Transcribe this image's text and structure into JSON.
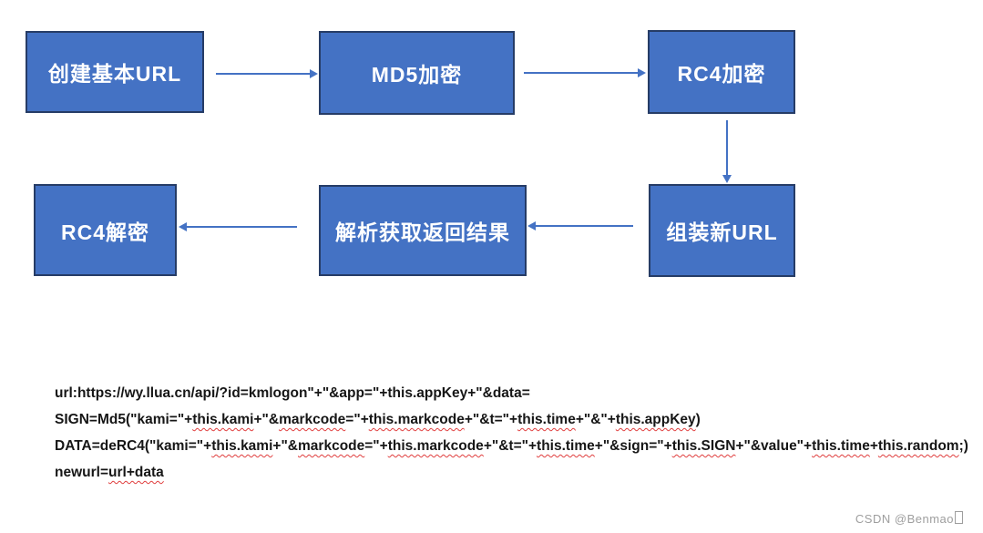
{
  "flowchart": {
    "type": "flowchart",
    "nodes": [
      {
        "id": "create-base-url",
        "label": "创建基本URL"
      },
      {
        "id": "md5-encrypt",
        "label": "MD5加密"
      },
      {
        "id": "rc4-encrypt",
        "label": "RC4加密"
      },
      {
        "id": "rc4-decrypt",
        "label": "RC4解密"
      },
      {
        "id": "parse-result",
        "label": "解析获取返回结果"
      },
      {
        "id": "assemble-new-url",
        "label": "组装新URL"
      }
    ],
    "edges": [
      {
        "from": "创建基本URL",
        "to": "MD5加密"
      },
      {
        "from": "MD5加密",
        "to": "RC4加密"
      },
      {
        "from": "RC4加密",
        "to": "组装新URL"
      },
      {
        "from": "组装新URL",
        "to": "解析获取返回结果"
      },
      {
        "from": "解析获取返回结果",
        "to": "RC4解密"
      }
    ],
    "colors": {
      "node_fill": "#4472C4",
      "node_border": "#263c66",
      "node_text": "#FFFFFF",
      "arrow": "#4472C4"
    }
  },
  "code": {
    "squiggle_color": "#e03e3e",
    "text_color": "#161616",
    "lines": [
      {
        "segments": [
          {
            "text": "url:https://wy.llua.cn/api/?id=kmlogon\"+\"&app=\"+this.appKey+\"&data=",
            "misspelled": false
          }
        ]
      },
      {
        "segments": [
          {
            "text": "SIGN=Md5(\"kami=\"+",
            "misspelled": false
          },
          {
            "text": "this.kami",
            "misspelled": true
          },
          {
            "text": "+\"&",
            "misspelled": false
          },
          {
            "text": "markcode",
            "misspelled": true
          },
          {
            "text": "=\"+",
            "misspelled": false
          },
          {
            "text": "this.markcode",
            "misspelled": true
          },
          {
            "text": "+\"&t=\"+",
            "misspelled": false
          },
          {
            "text": "this.time",
            "misspelled": true
          },
          {
            "text": "+\"&\"+",
            "misspelled": false
          },
          {
            "text": "this.appKey",
            "misspelled": true
          },
          {
            "text": ")",
            "misspelled": false
          }
        ]
      },
      {
        "segments": [
          {
            "text": "DATA=deRC4(\"kami=\"+",
            "misspelled": false
          },
          {
            "text": "this.kami",
            "misspelled": true
          },
          {
            "text": "+\"&",
            "misspelled": false
          },
          {
            "text": "markcode",
            "misspelled": true
          },
          {
            "text": "=\"+",
            "misspelled": false
          },
          {
            "text": "this.markcode",
            "misspelled": true
          },
          {
            "text": "+\"&t=\"+",
            "misspelled": false
          },
          {
            "text": "this.time",
            "misspelled": true
          },
          {
            "text": "+\"&sign=\"+",
            "misspelled": false
          },
          {
            "text": "this.SIGN",
            "misspelled": true
          },
          {
            "text": "+\"&value\"+",
            "misspelled": false
          },
          {
            "text": "this.time",
            "misspelled": true
          },
          {
            "text": "+",
            "misspelled": false
          },
          {
            "text": "this.random",
            "misspelled": true
          },
          {
            "text": ";)",
            "misspelled": false
          }
        ]
      },
      {
        "segments": [
          {
            "text": "newurl=",
            "misspelled": false
          },
          {
            "text": "url+data",
            "misspelled": true
          }
        ]
      }
    ]
  },
  "watermark": {
    "text": "CSDN @Benmao",
    "color": "#9e9e9e"
  }
}
